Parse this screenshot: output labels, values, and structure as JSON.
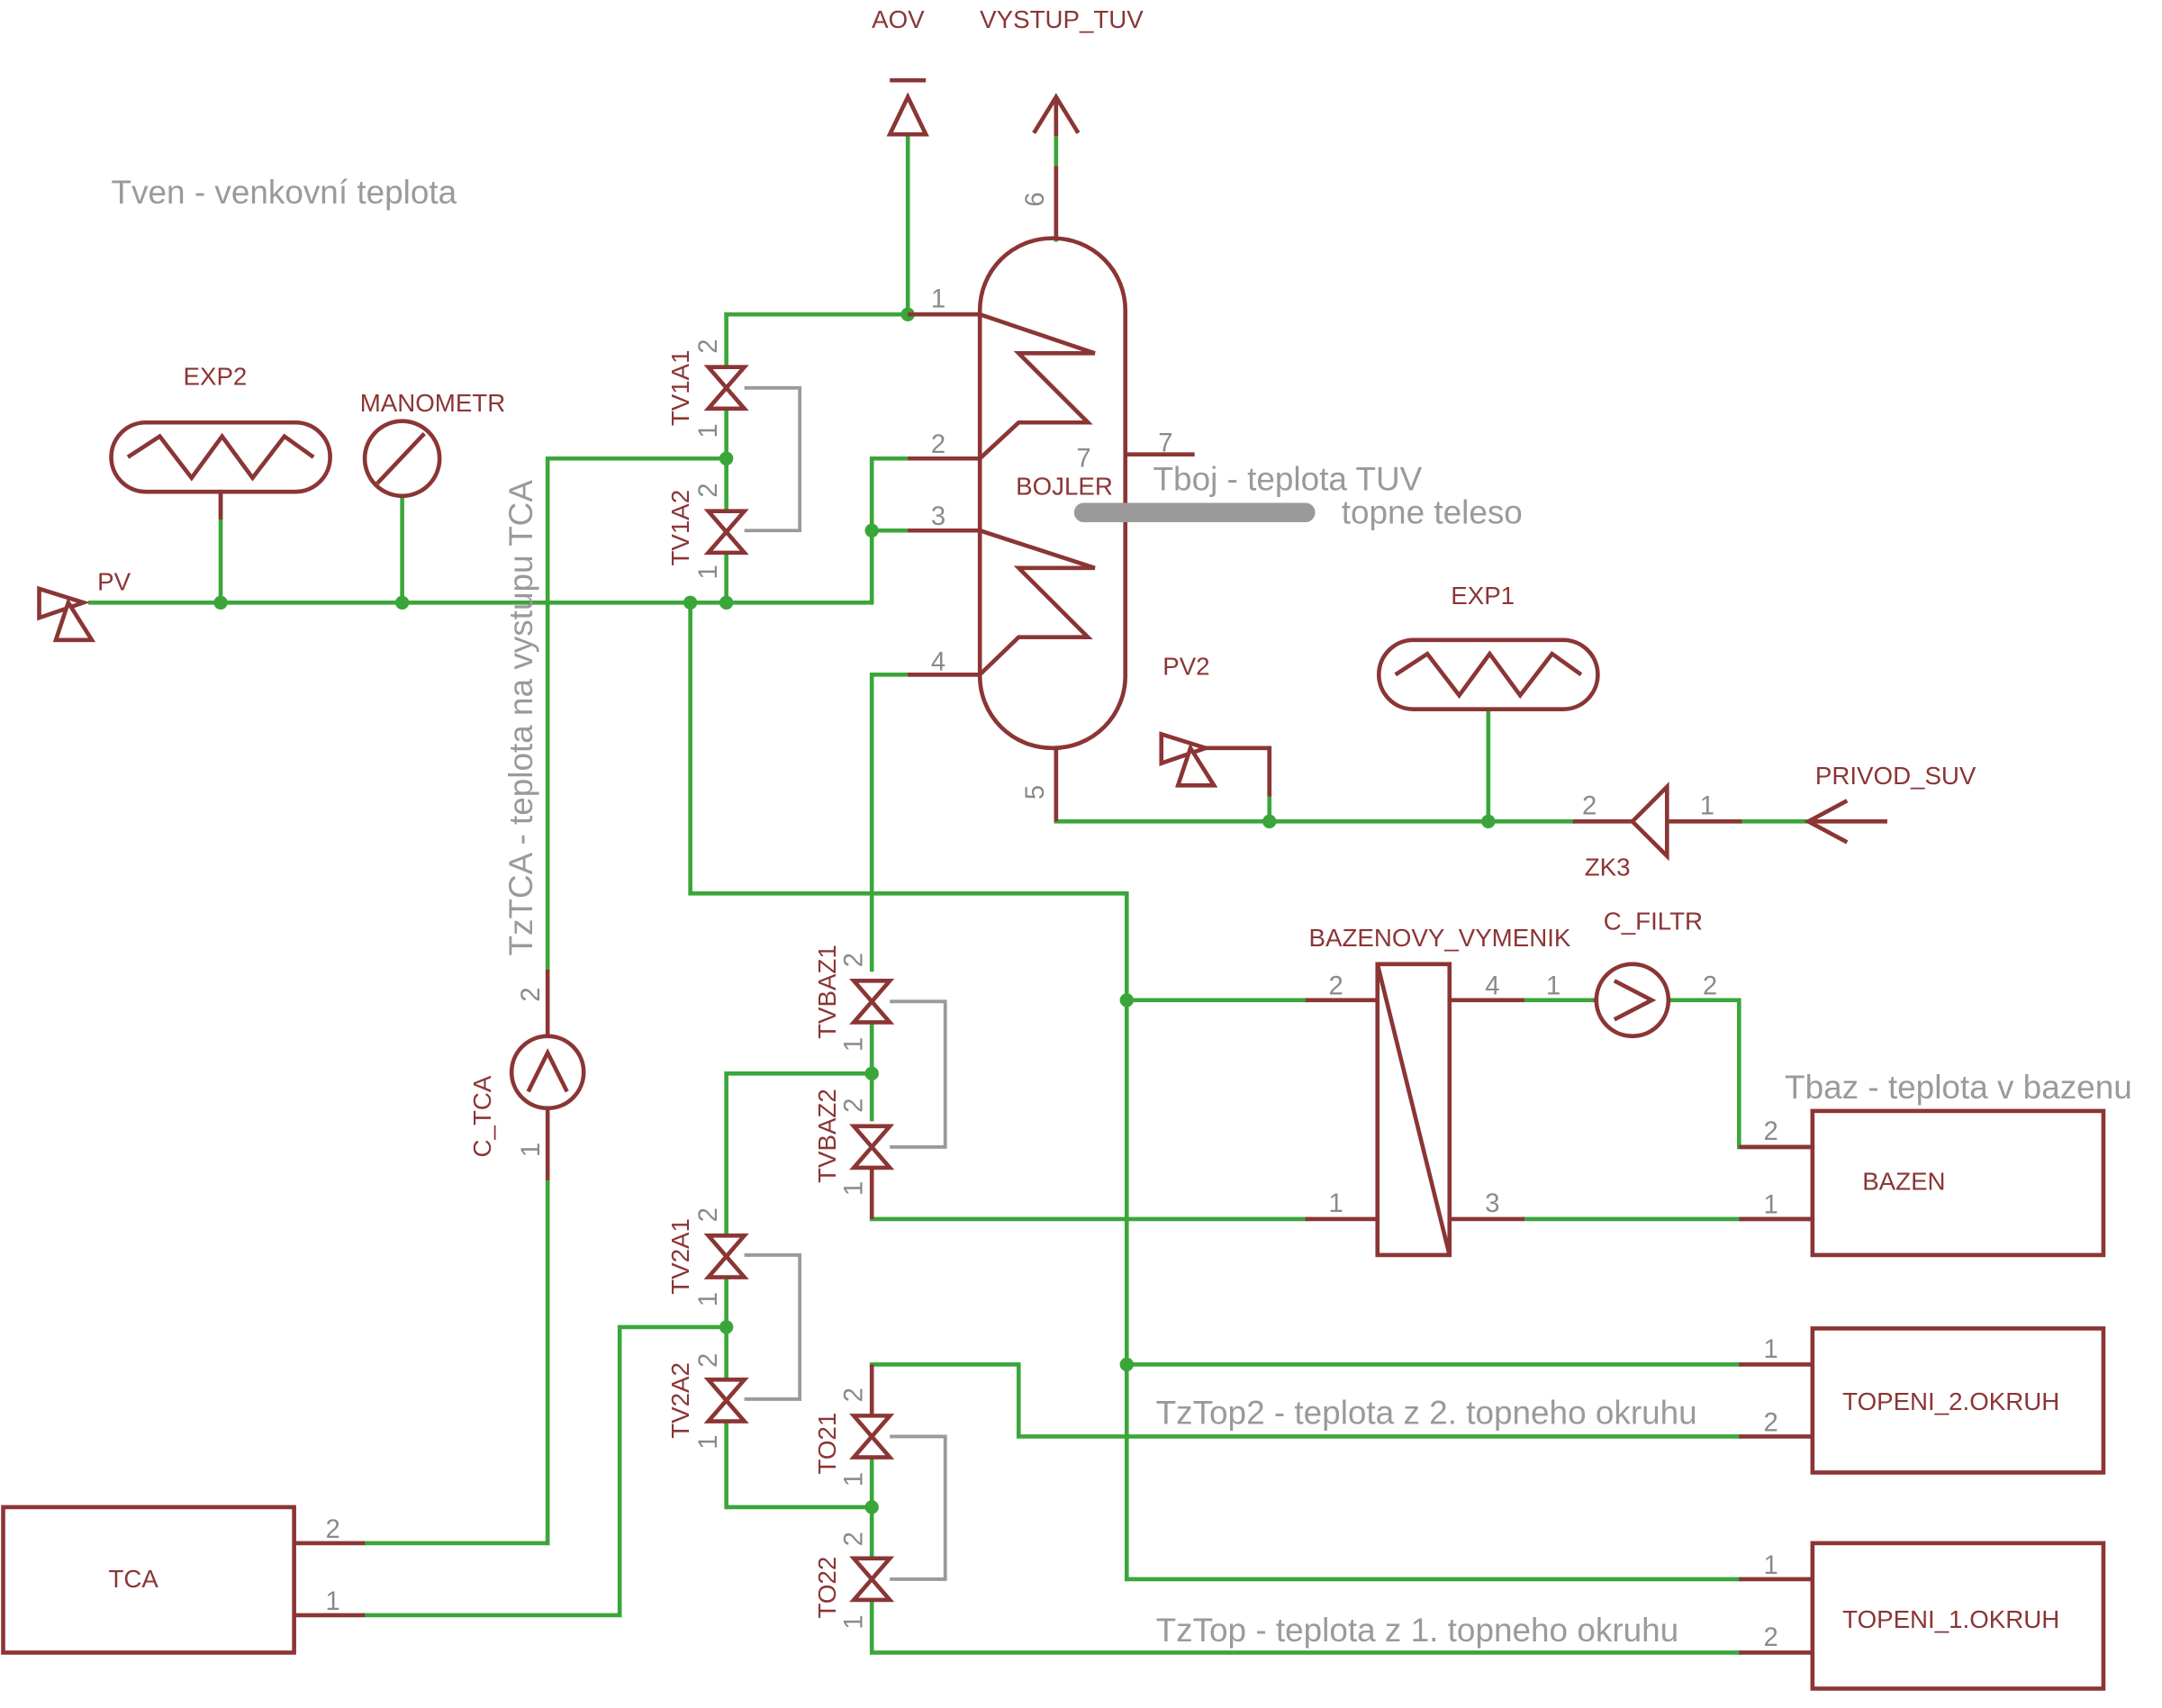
{
  "components": {
    "aov": "AOV",
    "vystup_tuv": "VYSTUP_TUV",
    "exp2": "EXP2",
    "manometr": "MANOMETR",
    "pv": "PV",
    "tv1a1": "TV1A1",
    "tv1a2": "TV1A2",
    "bojler": "BOJLER",
    "pv2": "PV2",
    "exp1": "EXP1",
    "zk3": "ZK3",
    "privod_suv": "PRIVOD_SUV",
    "bazenovy_vymenik": "BAZENOVY_VYMENIK",
    "c_filtr": "C_FILTR",
    "bazen": "BAZEN",
    "tvbaz1": "TVBAZ1",
    "tvbaz2": "TVBAZ2",
    "c_tca": "C_TCA",
    "tv2a1": "TV2A1",
    "tv2a2": "TV2A2",
    "to21": "TO21",
    "to22": "TO22",
    "tca": "TCA",
    "topeni_2": "TOPENI_2.OKRUH",
    "topeni_1": "TOPENI_1.OKRUH"
  },
  "notes": {
    "tven": "Tven - venkovní teplota",
    "tboj": "Tboj - teplota TUV",
    "topne_teleso": "topne teleso",
    "tztca": "TzTCA - teplota na vystupu TCA",
    "tbaz": "Tbaz - teplota v bazenu",
    "tztop2": "TzTop2 - teplota z 2. topneho okruhu",
    "tztop": "TzTop - teplota z 1. topneho okruhu"
  },
  "pins": {
    "bojler_1": "1",
    "bojler_2": "2",
    "bojler_3": "3",
    "bojler_4": "4",
    "bojler_5": "5",
    "bojler_6": "6",
    "bojler_7a": "7",
    "bojler_7b": "7",
    "tv1a1_2": "2",
    "tv1a1_1": "1",
    "tv1a2_2": "2",
    "tv1a2_1": "1",
    "zk3_2": "2",
    "zk3_1": "1",
    "vym_2": "2",
    "vym_4": "4",
    "vym_1": "1",
    "vym_3": "3",
    "cfiltr_1": "1",
    "cfiltr_2": "2",
    "bazen_2": "2",
    "bazen_1": "1",
    "tvbaz1_2": "2",
    "tvbaz1_1": "1",
    "tvbaz2_2": "2",
    "tvbaz2_1": "1",
    "ctca_2": "2",
    "ctca_1": "1",
    "tv2a1_2": "2",
    "tv2a1_1": "1",
    "tv2a2_2": "2",
    "tv2a2_1": "1",
    "to21_2": "2",
    "to21_1": "1",
    "to22_2": "2",
    "to22_1": "1",
    "tca_2": "2",
    "tca_1": "1",
    "top2_1": "1",
    "top2_2": "2",
    "top1_1": "1",
    "top1_2": "2"
  },
  "colors": {
    "symbol": "#8b3535",
    "wire": "#3aa63a",
    "note": "#9a9a9a",
    "background": "#ffffff"
  }
}
